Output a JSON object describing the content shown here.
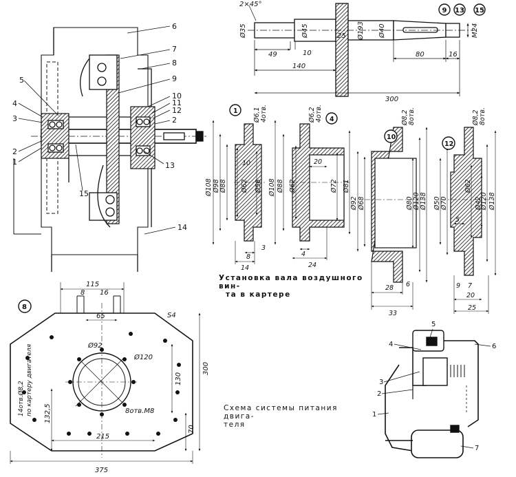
{
  "captions": {
    "shaft_installation": [
      "Установка вала воздушного вин-",
      "та в картере"
    ],
    "fuel_system": [
      "Схема системы питания двига-",
      "теля"
    ]
  },
  "assembly": {
    "callouts": [
      "1",
      "2",
      "3",
      "4",
      "5",
      "6",
      "7",
      "8",
      "9",
      "10",
      "11",
      "12",
      "13",
      "14",
      "15"
    ]
  },
  "shaft": {
    "badges": [
      "9",
      "13",
      "15"
    ],
    "dims": {
      "chamfer": "2×45°",
      "d35": "Ø35",
      "d45": "Ø45",
      "d193": "Ø193",
      "d40": "Ø40",
      "m24": "M24",
      "l49": "49",
      "l10": "10",
      "l25": "25",
      "l140": "140",
      "l80": "80",
      "l16": "16",
      "l300": "300"
    }
  },
  "flange1": {
    "badge": "1",
    "dims": {
      "d108": "Ø108",
      "d98": "Ø98",
      "d88": "Ø88",
      "d62": "Ø62",
      "d58": "Ø58",
      "holes": "Ø6,1",
      "holes_n": "4отв.",
      "l10": "10",
      "l3": "3",
      "l8": "8",
      "l14": "14"
    }
  },
  "flange4": {
    "badge": "4",
    "dims": {
      "d108": "Ø108",
      "d88": "Ø88",
      "d62": "Ø62",
      "d72": "Ø72",
      "d81": "Ø81",
      "holes": "Ø6,2",
      "holes_n": "4отв.",
      "l20": "20",
      "l4": "4",
      "l24": "24"
    }
  },
  "flange10": {
    "badge": "10",
    "dims": {
      "d92": "Ø92",
      "d68": "Ø68",
      "d80": "Ø80",
      "d120": "Ø120",
      "d138": "Ø138",
      "holes": "Ø8,2",
      "holes_n": "8отв.",
      "l28": "28",
      "l6": "6",
      "l33": "33"
    }
  },
  "flange12": {
    "badge": "12",
    "dims": {
      "d50": "Ø50",
      "d70": "Ø70",
      "d62": "Ø62",
      "d42": "Ø42",
      "d120": "Ø120",
      "d138": "Ø138",
      "holes": "Ø8,2",
      "holes_n": "8отв.",
      "l5": "5",
      "l9": "9",
      "l7": "7",
      "l20": "20",
      "l25": "25"
    }
  },
  "plate": {
    "badge": "8",
    "dims": {
      "l115": "115",
      "l8": "8",
      "l16": "16",
      "l65": "65",
      "s4": "S4",
      "d92": "Ø92",
      "d120": "Ø120",
      "holes": "8отв.М8",
      "l130": "130",
      "l300": "300",
      "l70": "70",
      "l132": "132,5",
      "l215": "215",
      "l375": "375"
    },
    "side_note": [
      "14отв.Ø8,2",
      "по картеру двигателя"
    ]
  },
  "fuel": {
    "callouts": [
      "1",
      "2",
      "3",
      "4",
      "5",
      "6",
      "7"
    ]
  }
}
